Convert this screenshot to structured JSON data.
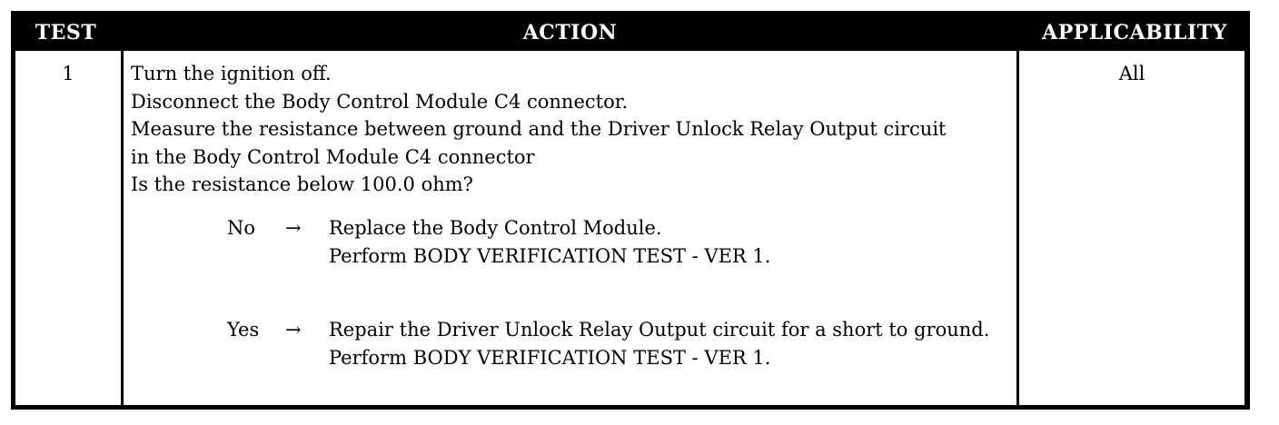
{
  "header": {
    "test": "TEST",
    "action": "ACTION",
    "applicability": "APPLICABILITY"
  },
  "row": {
    "test_number": "1",
    "applicability": "All",
    "action_lines": [
      "Turn the ignition off.",
      "Disconnect the Body Control Module C4 connector.",
      "Measure the resistance between ground and the Driver Unlock Relay Output circuit",
      "in the Body Control Module C4 connector",
      "Is the resistance below 100.0 ohm?"
    ],
    "results": [
      {
        "label": "No",
        "arrow": "→",
        "lines": [
          "Replace the Body Control Module.",
          "Perform BODY VERIFICATION TEST - VER 1."
        ]
      },
      {
        "label": "Yes",
        "arrow": "→",
        "lines": [
          "Repair the Driver Unlock Relay Output circuit for a short to ground.",
          "Perform BODY VERIFICATION TEST - VER 1."
        ]
      }
    ]
  },
  "colors": {
    "border": "#000000",
    "header_text": "#ffffff",
    "background": "#ffffff"
  }
}
